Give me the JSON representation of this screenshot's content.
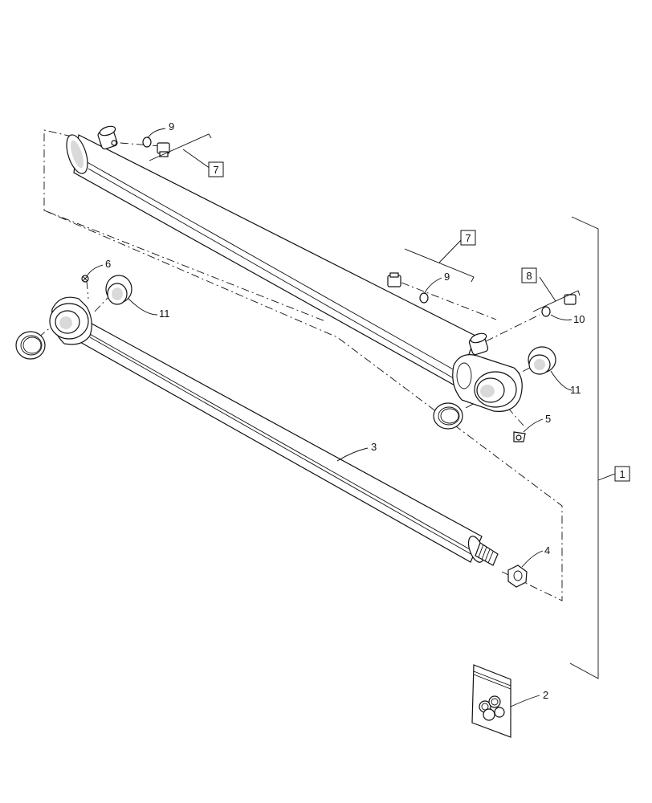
{
  "callouts": {
    "c1": "1",
    "c2": "2",
    "c3": "3",
    "c4": "4",
    "c5": "5",
    "c6": "6",
    "c7_top": "7",
    "c7_mid": "7",
    "c8": "8",
    "c9_top": "9",
    "c9_mid": "9",
    "c10": "10",
    "c11_left": "11",
    "c11_right": "11"
  }
}
